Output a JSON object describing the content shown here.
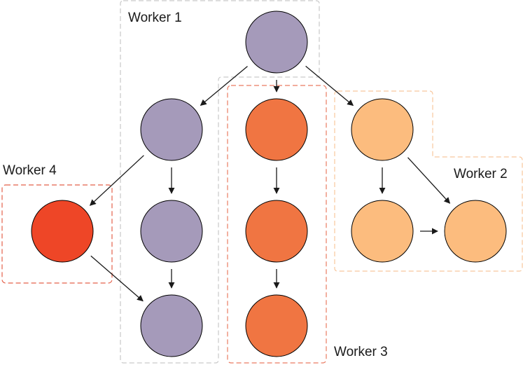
{
  "workers": [
    {
      "id": "w1",
      "label": "Worker 1",
      "color": "#c9c9c9"
    },
    {
      "id": "w2",
      "label": "Worker 2",
      "color": "#f8c79d"
    },
    {
      "id": "w3",
      "label": "Worker 3",
      "color": "#ea7b62"
    },
    {
      "id": "w4",
      "label": "Worker 4",
      "color": "#e4604a"
    }
  ],
  "nodes": [
    {
      "id": "root",
      "worker": "w1",
      "color": "#a59aba"
    },
    {
      "id": "p1",
      "worker": "w1",
      "color": "#a59aba"
    },
    {
      "id": "p2",
      "worker": "w1",
      "color": "#a59aba"
    },
    {
      "id": "p3",
      "worker": "w1",
      "color": "#a59aba"
    },
    {
      "id": "o1",
      "worker": "w3",
      "color": "#f07542"
    },
    {
      "id": "o2",
      "worker": "w3",
      "color": "#f07542"
    },
    {
      "id": "o3",
      "worker": "w3",
      "color": "#f07542"
    },
    {
      "id": "y1",
      "worker": "w2",
      "color": "#fcbc7e"
    },
    {
      "id": "y2",
      "worker": "w2",
      "color": "#fcbc7e"
    },
    {
      "id": "y3",
      "worker": "w2",
      "color": "#fcbc7e"
    },
    {
      "id": "r1",
      "worker": "w4",
      "color": "#ee4627"
    }
  ],
  "edges": [
    {
      "from": "root",
      "to": "p1"
    },
    {
      "from": "root",
      "to": "o1"
    },
    {
      "from": "root",
      "to": "y1"
    },
    {
      "from": "p1",
      "to": "p2"
    },
    {
      "from": "p1",
      "to": "r1"
    },
    {
      "from": "p2",
      "to": "p3"
    },
    {
      "from": "r1",
      "to": "p3"
    },
    {
      "from": "o1",
      "to": "o2"
    },
    {
      "from": "o2",
      "to": "o3"
    },
    {
      "from": "y1",
      "to": "y2"
    },
    {
      "from": "y1",
      "to": "y3"
    },
    {
      "from": "y2",
      "to": "y3"
    }
  ]
}
